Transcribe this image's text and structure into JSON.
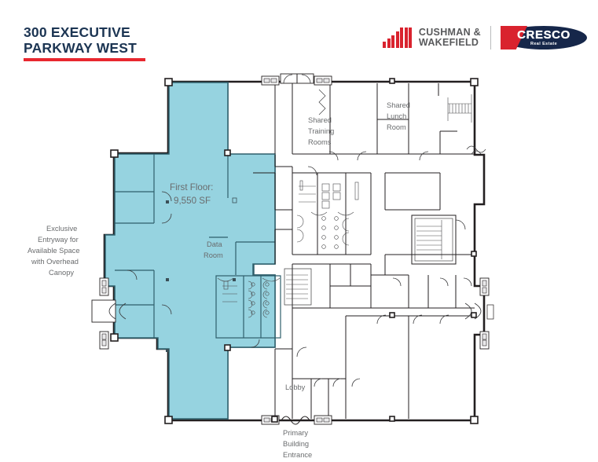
{
  "header": {
    "title_line1": "300 EXECUTIVE",
    "title_line2": "PARKWAY WEST",
    "title_color": "#1c3553",
    "accent_color": "#e8272f"
  },
  "logos": {
    "cushman_wakefield": {
      "line1": "CUSHMAN &",
      "line2": "WAKEFIELD",
      "mark_color": "#d9232e",
      "text_color": "#58595b"
    },
    "cresco": {
      "name": "CRESCO",
      "subtitle": "Real Estate",
      "oval_color": "#16274a",
      "wedge_color": "#d9232e"
    }
  },
  "plan": {
    "highlight_color": "#96d3e0",
    "highlight_stroke": "#2f5f6b",
    "label_color": "#6a6c6e",
    "labels": {
      "available_suite_line1": "First Floor:",
      "available_suite_line2": "9,550 SF",
      "data_room_line1": "Data",
      "data_room_line2": "Room",
      "shared_training_line1": "Shared",
      "shared_training_line2": "Training",
      "shared_training_line3": "Rooms",
      "shared_lunch_line1": "Shared",
      "shared_lunch_line2": "Lunch",
      "shared_lunch_line3": "Room",
      "lobby": "Lobby",
      "entrance_line1": "Primary",
      "entrance_line2": "Building",
      "entrance_line3": "Entrance",
      "entryway_line1": "Exclusive",
      "entryway_line2": "Entryway for",
      "entryway_line3": "Available Space",
      "entryway_line4": "with Overhead",
      "entryway_line5": "Canopy"
    }
  }
}
